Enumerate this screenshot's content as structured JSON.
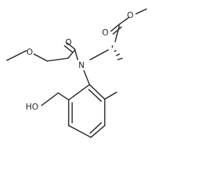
{
  "atom_labels": {
    "ester_methyl_oxygen": "O",
    "ester_carbonyl_oxygen": "O",
    "amide_carbonyl_oxygen": "O",
    "methoxy_oxygen": "O",
    "amide_nitrogen": "N",
    "hydroxyl": "HO"
  },
  "colors": {
    "ink": "#2b2b2b",
    "background": "#ffffff"
  }
}
